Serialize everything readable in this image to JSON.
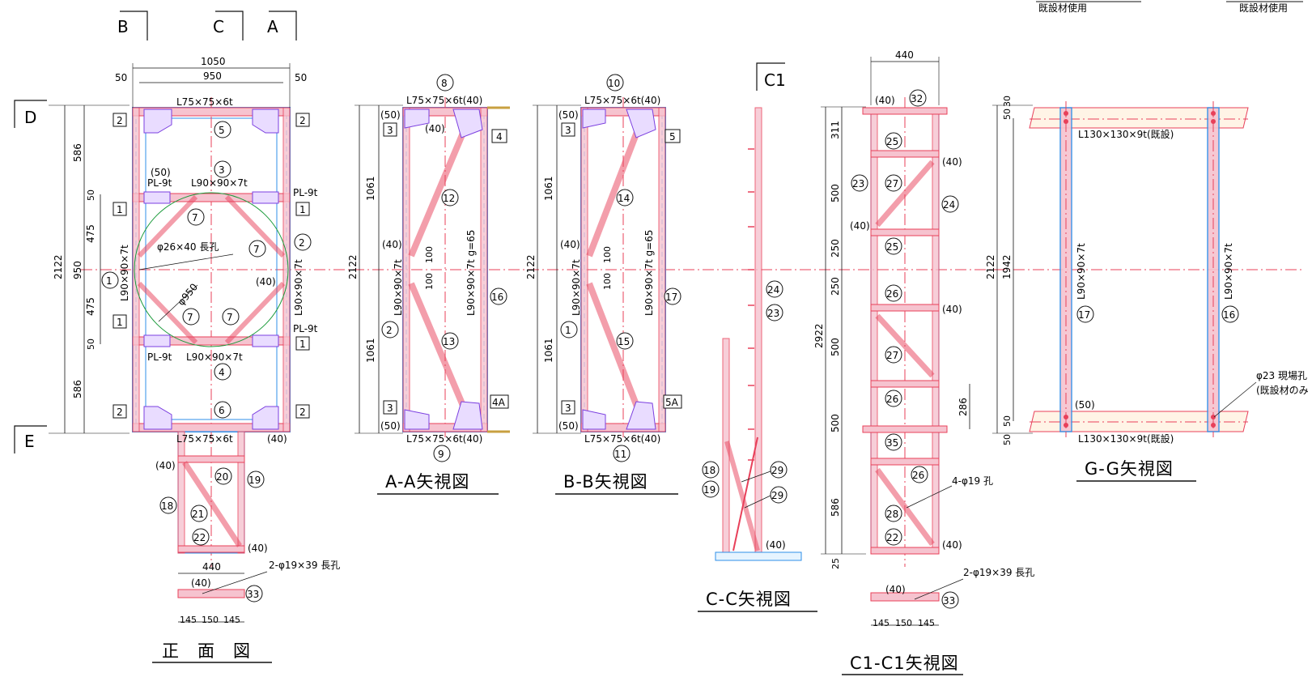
{
  "top_labels": {
    "b": "B",
    "c": "C",
    "a": "A",
    "c1": "C1",
    "d": "D",
    "e": "E"
  },
  "top_right": {
    "note1": "既設材使用",
    "note2": "既設材使用"
  },
  "front": {
    "title": "正　面　図",
    "dims": {
      "w_total": "1050",
      "w_inner": "950",
      "m1": "50",
      "m2": "50",
      "h_total": "2122",
      "h_586a": "586",
      "h_50a": "50",
      "h_475a": "475",
      "h_950": "950",
      "h_475b": "475",
      "h_50b": "50",
      "h_586b": "586",
      "bottom_440": "440",
      "b145a": "145",
      "b150": "150",
      "b145b": "145"
    },
    "labels": {
      "top_member": "L75×75×6t",
      "bot_member": "L75×75×6t",
      "pl_top_l": "PL-9t",
      "pl_top_r": "PL-9t",
      "mid_member_top": "L90×90×7t",
      "mid_member_bot": "L90×90×7t",
      "pl_bot_l": "PL-9t",
      "pl_bot_r": "PL-9t",
      "paren50": "(50)",
      "paren40a": "(40)",
      "paren40b": "(40)",
      "paren40c": "(40)",
      "paren40d": "(40)",
      "slot": "φ26×40 長孔",
      "dia": "φ950",
      "left_member": "L90×90×7t",
      "right_member": "L90×90×7t",
      "hole2": "2-φ19×39 長孔",
      "paren40e": "(40)"
    },
    "circles": [
      "5",
      "3",
      "7",
      "7",
      "7",
      "7",
      "2",
      "1",
      "4",
      "6",
      "20",
      "19",
      "18",
      "21",
      "22",
      "33"
    ],
    "squares": [
      "2",
      "2",
      "1",
      "1",
      "1",
      "1",
      "2",
      "2"
    ]
  },
  "aa": {
    "title": "A-A矢視図",
    "labels": {
      "top": "L75×75×6t(40)",
      "bot": "L75×75×6t(40)",
      "p50a": "(50)",
      "p50b": "(50)",
      "p40a": "(40)",
      "p40b": "(40)",
      "left": "L90×90×7t",
      "right": "L90×90×7t g=65",
      "h2122": "2122",
      "h1061a": "1061",
      "h1061b": "1061",
      "d100a": "100",
      "d100b": "100"
    },
    "circles": [
      "8",
      "12",
      "13",
      "9",
      "2",
      "16"
    ],
    "squares": [
      "3",
      "3",
      "4",
      "4A"
    ]
  },
  "bb": {
    "title": "B-B矢視図",
    "labels": {
      "top": "L75×75×6t(40)",
      "bot": "L75×75×6t(40)",
      "p50a": "(50)",
      "p50b": "(50)",
      "p40": "(40)",
      "left": "L90×90×7t",
      "right": "L90×90×7t g=65",
      "h2122": "2122",
      "h1061a": "1061",
      "h1061b": "1061",
      "d100a": "100",
      "d100b": "100"
    },
    "circles": [
      "10",
      "14",
      "15",
      "11",
      "1",
      "17"
    ],
    "squares": [
      "3",
      "3",
      "5",
      "5A"
    ]
  },
  "cc": {
    "title": "C-C矢視図",
    "labels": {
      "p40": "(40)"
    },
    "circles": [
      "24",
      "23",
      "18",
      "19",
      "29",
      "29"
    ]
  },
  "c1": {
    "title": "C1-C1矢視図",
    "dims": {
      "w440": "440",
      "h2922": "2922",
      "h311": "311",
      "h500a": "500",
      "h250a": "250",
      "h250b": "250",
      "h500b": "500",
      "h500c": "500",
      "h586": "586",
      "h25": "25",
      "h286": "286",
      "b145a": "145",
      "b150": "150",
      "b145b": "145"
    },
    "labels": {
      "p40a": "(40)",
      "p40b": "(40)",
      "p40c": "(40)",
      "p40d": "(40)",
      "p40e": "(40)",
      "p40f": "(40)",
      "hole4": "4-φ19 孔",
      "hole2": "2-φ19×39 長孔"
    },
    "circles": [
      "32",
      "25",
      "27",
      "23",
      "24",
      "25",
      "26",
      "27",
      "26",
      "35",
      "26",
      "28",
      "22",
      "33"
    ]
  },
  "gg": {
    "title": "G-G矢視図",
    "dims": {
      "h30": "30",
      "h50a": "50",
      "h2122": "2122",
      "h1942": "1942",
      "h50b": "50",
      "h50c": "50"
    },
    "labels": {
      "top": "L130×130×9t(既設)",
      "bot": "L130×130×9t(既設)",
      "left": "L90×90×7t",
      "right": "L90×90×7t",
      "p50": "(50)",
      "note1": "φ23 現場孔",
      "note2": "(既設材のみ"
    },
    "circles": [
      "17",
      "16"
    ]
  }
}
